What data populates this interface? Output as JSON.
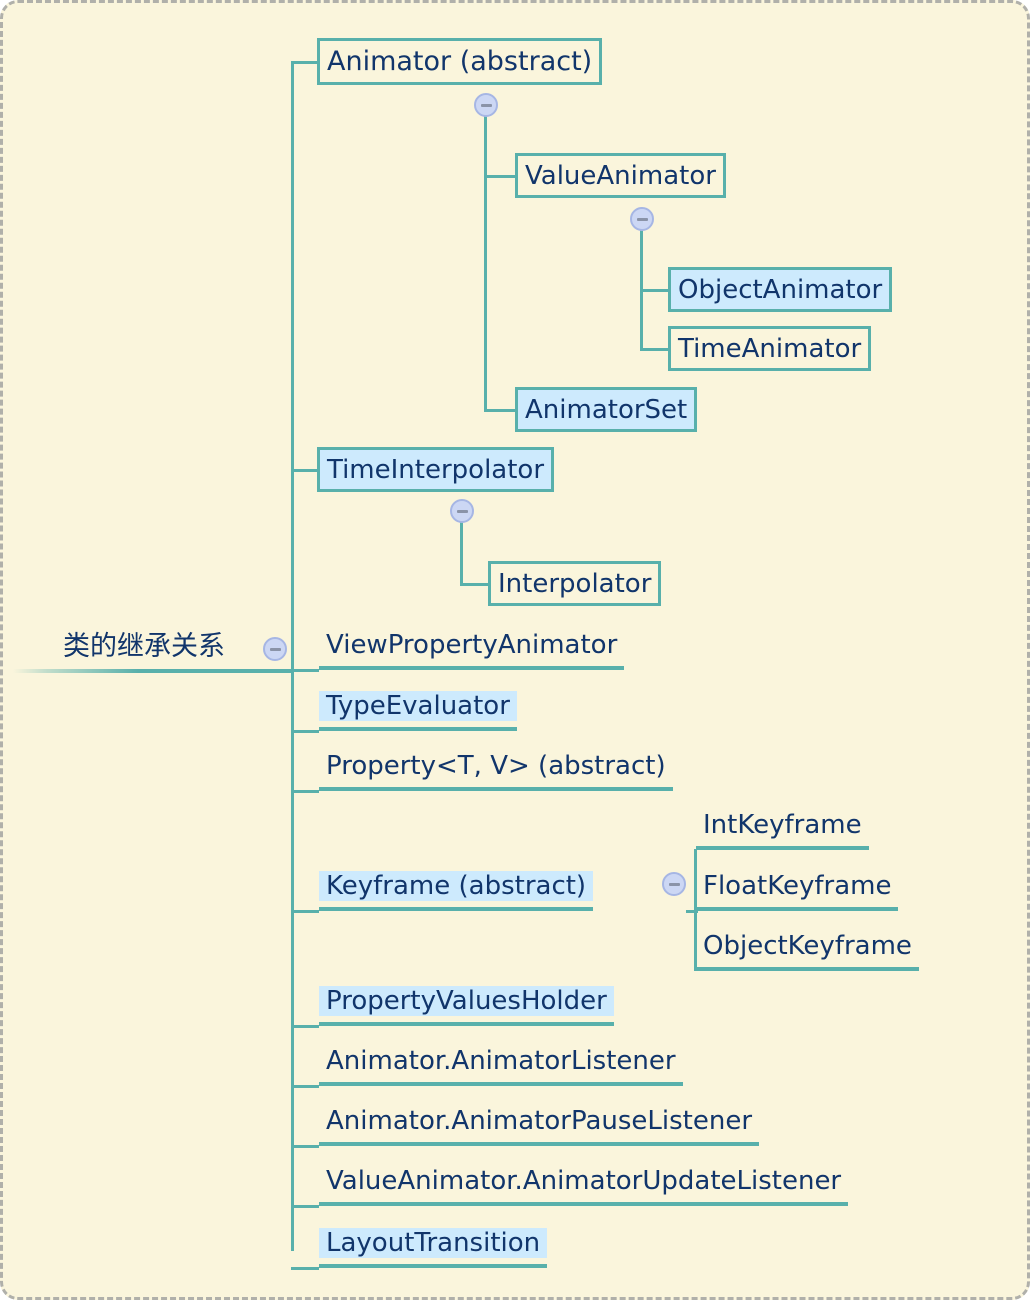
{
  "diagram": {
    "title": "类的继承关系",
    "type": "mindmap",
    "colors": {
      "canvas_background": "#faf5dc",
      "branch_line": "#58b0ab",
      "node_border": "#58b0ab",
      "node_text": "#11356b",
      "highlight_fill": "#cdeafd",
      "toggle_fill": "#ccd7f4",
      "toggle_border": "#a6b6e4",
      "toggle_glyph": "#8a93a8",
      "canvas_border": "#b0b0aa"
    },
    "toggle_icon": "minus-icon",
    "root": {
      "label": "类的继承关系",
      "toggle_state": "expanded"
    },
    "nodes": {
      "animator": {
        "label": "Animator (abstract)",
        "style": "boxed",
        "highlighted": false,
        "toggle_state": "expanded"
      },
      "value_animator": {
        "label": "ValueAnimator",
        "style": "boxed",
        "highlighted": false,
        "toggle_state": "expanded"
      },
      "object_animator": {
        "label": "ObjectAnimator",
        "style": "boxed",
        "highlighted": true
      },
      "time_animator": {
        "label": "TimeAnimator",
        "style": "boxed",
        "highlighted": false
      },
      "animator_set": {
        "label": "AnimatorSet",
        "style": "boxed",
        "highlighted": true
      },
      "time_interpolator": {
        "label": "TimeInterpolator",
        "style": "boxed",
        "highlighted": true,
        "toggle_state": "expanded"
      },
      "interpolator": {
        "label": "Interpolator",
        "style": "boxed",
        "highlighted": false
      },
      "view_property_animator": {
        "label": "ViewPropertyAnimator",
        "style": "leaf",
        "highlighted": false
      },
      "type_evaluator": {
        "label": "TypeEvaluator",
        "style": "leaf",
        "highlighted": true
      },
      "property": {
        "label": "Property<T, V> (abstract)",
        "style": "leaf",
        "highlighted": false
      },
      "keyframe": {
        "label": "Keyframe (abstract)",
        "style": "leaf",
        "highlighted": true,
        "toggle_state": "expanded"
      },
      "int_keyframe": {
        "label": "IntKeyframe",
        "style": "leaf",
        "highlighted": false
      },
      "float_keyframe": {
        "label": "FloatKeyframe",
        "style": "leaf",
        "highlighted": false
      },
      "object_keyframe": {
        "label": "ObjectKeyframe",
        "style": "leaf",
        "highlighted": false
      },
      "property_values_holder": {
        "label": "PropertyValuesHolder",
        "style": "leaf",
        "highlighted": true
      },
      "animator_listener": {
        "label": "Animator.AnimatorListener",
        "style": "leaf",
        "highlighted": false
      },
      "animator_pause_listener": {
        "label": "Animator.AnimatorPauseListener",
        "style": "leaf",
        "highlighted": false
      },
      "animator_update_listener": {
        "label": "ValueAnimator.AnimatorUpdateListener",
        "style": "leaf",
        "highlighted": false
      },
      "layout_transition": {
        "label": "LayoutTransition",
        "style": "leaf",
        "highlighted": true
      }
    }
  }
}
